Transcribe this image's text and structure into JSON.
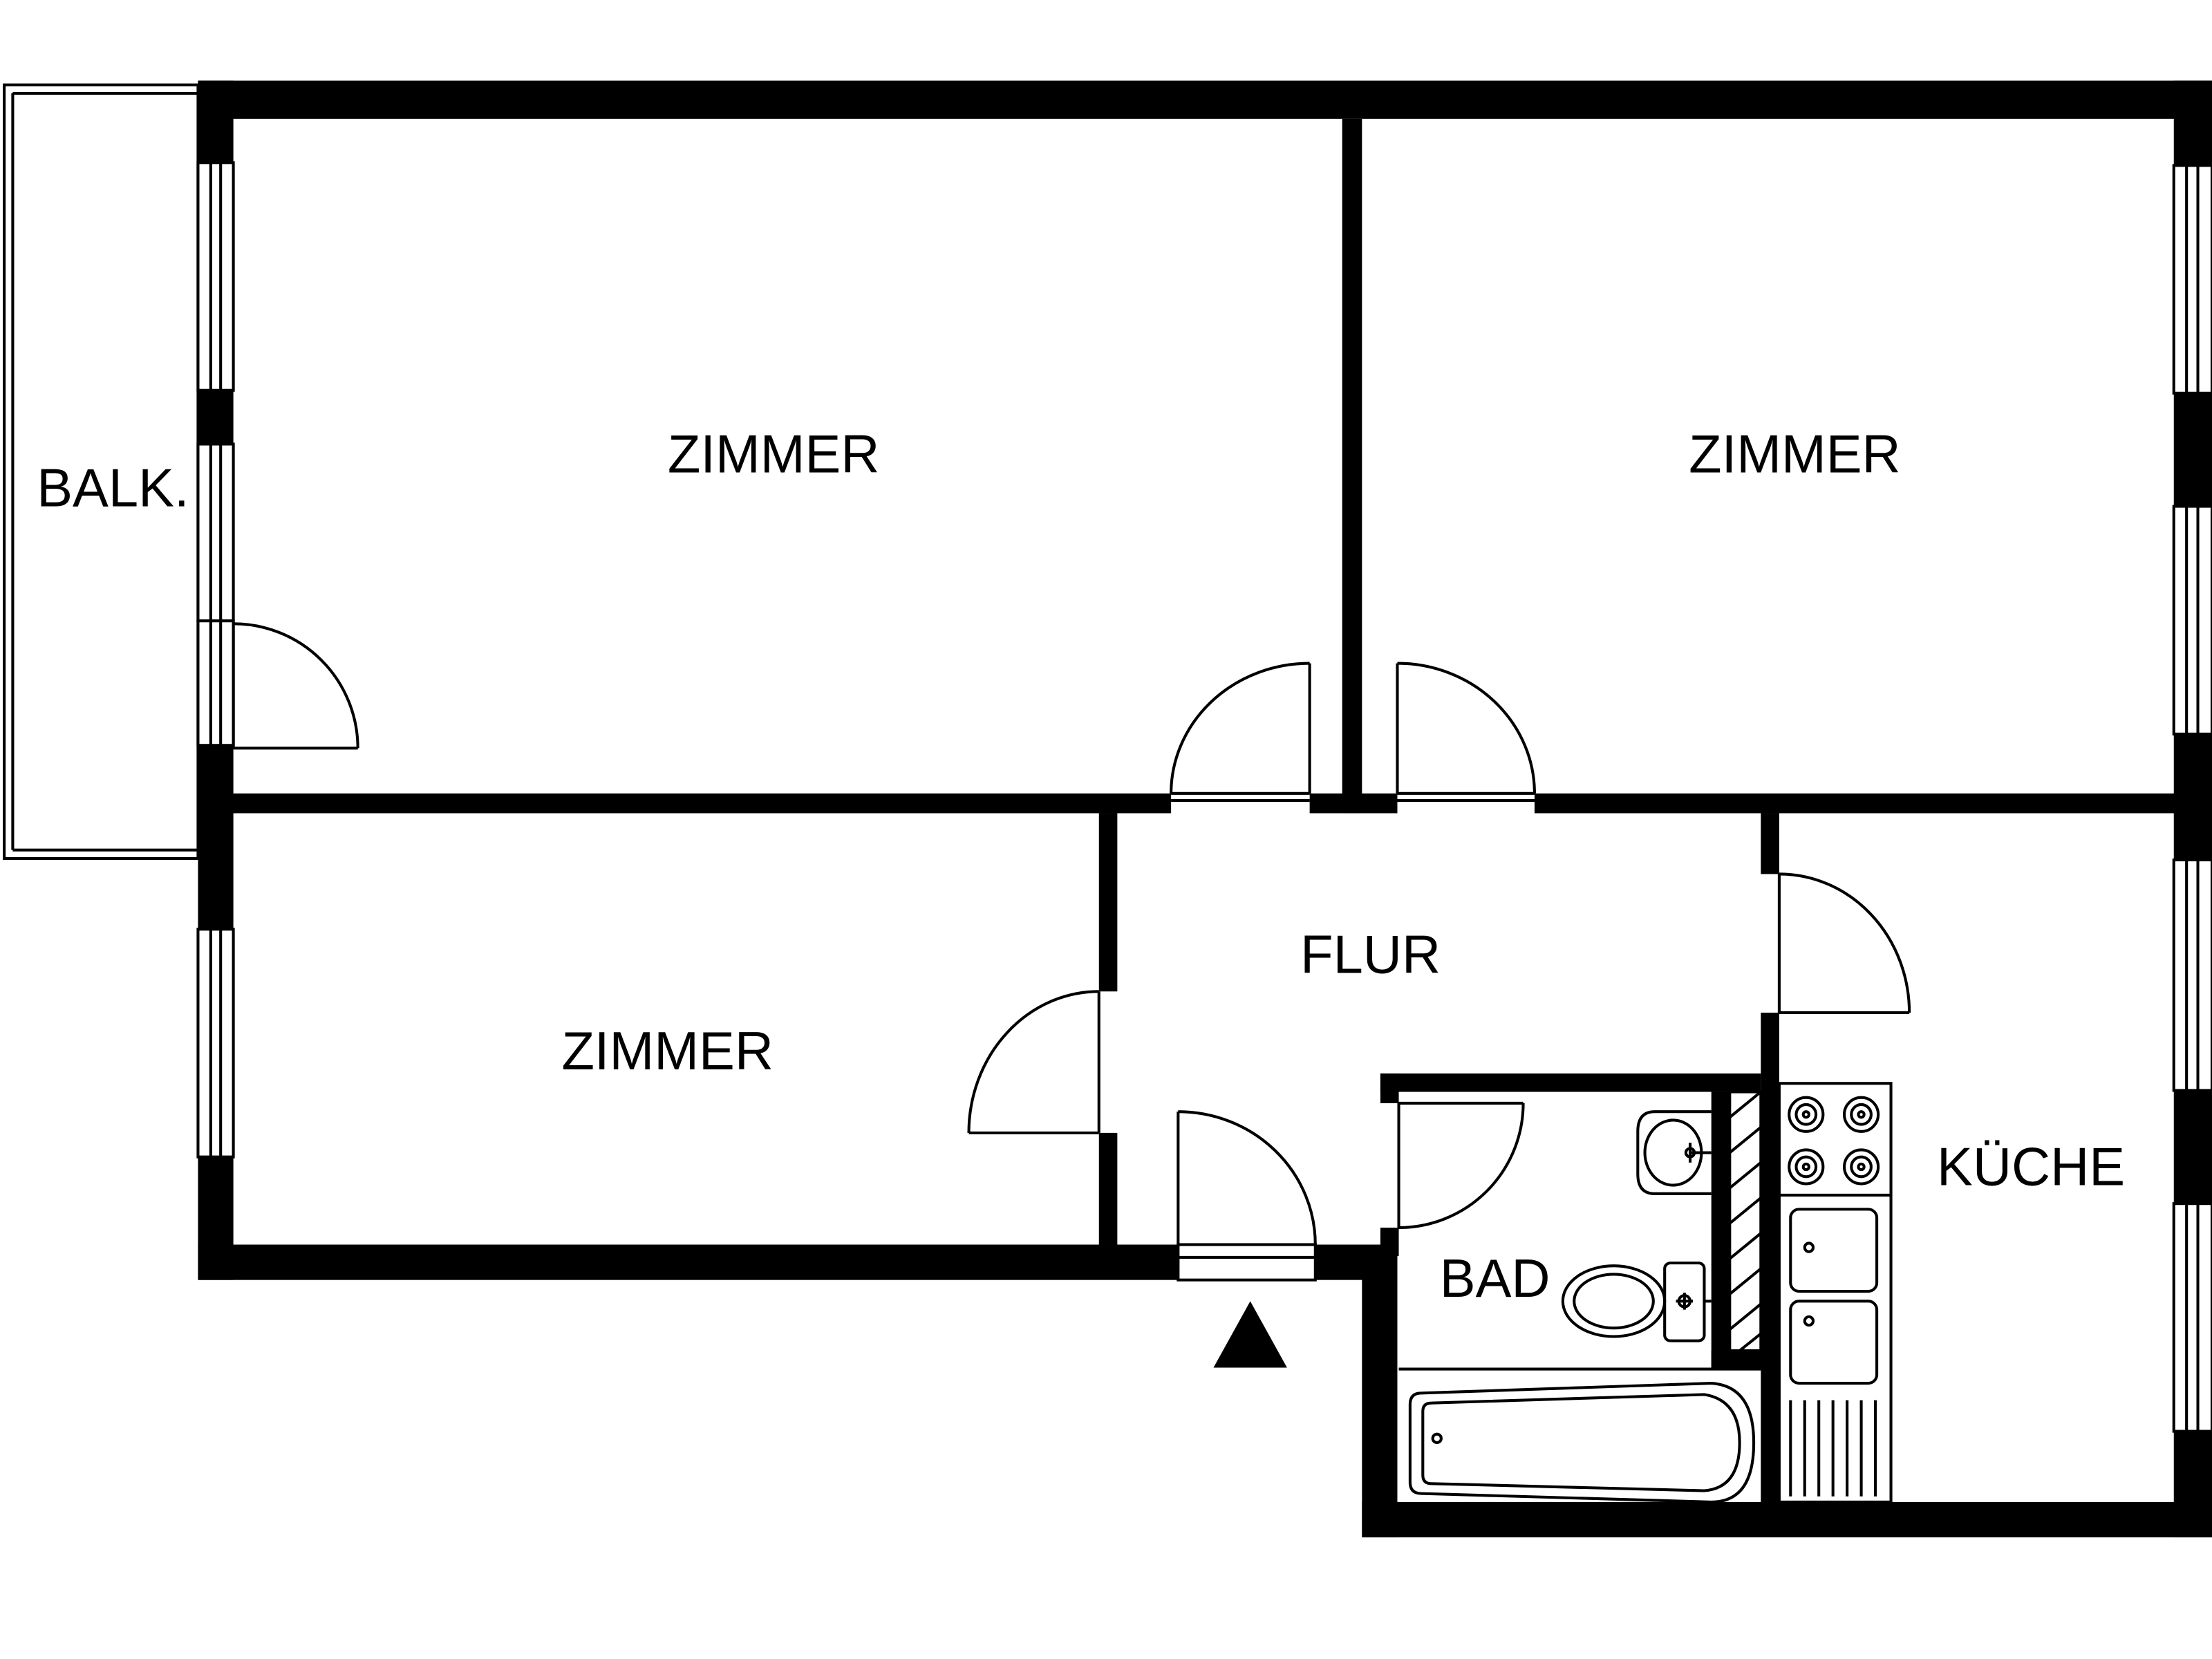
{
  "floorplan": {
    "rooms": {
      "balcony": "BALK.",
      "room_top_left": "ZIMMER",
      "room_top_right": "ZIMMER",
      "room_bottom_left": "ZIMMER",
      "hallway": "FLUR",
      "bathroom": "BAD",
      "kitchen": "KÜCHE"
    },
    "icons": {
      "entrance": "entrance-arrow-icon",
      "bathtub": "bathtub-icon",
      "toilet": "toilet-icon",
      "sink": "sink-icon",
      "stove": "stove-icon",
      "kitchen_sink": "kitchen-sink-icon"
    },
    "colors": {
      "wall": "#000000",
      "background": "#ffffff"
    }
  }
}
